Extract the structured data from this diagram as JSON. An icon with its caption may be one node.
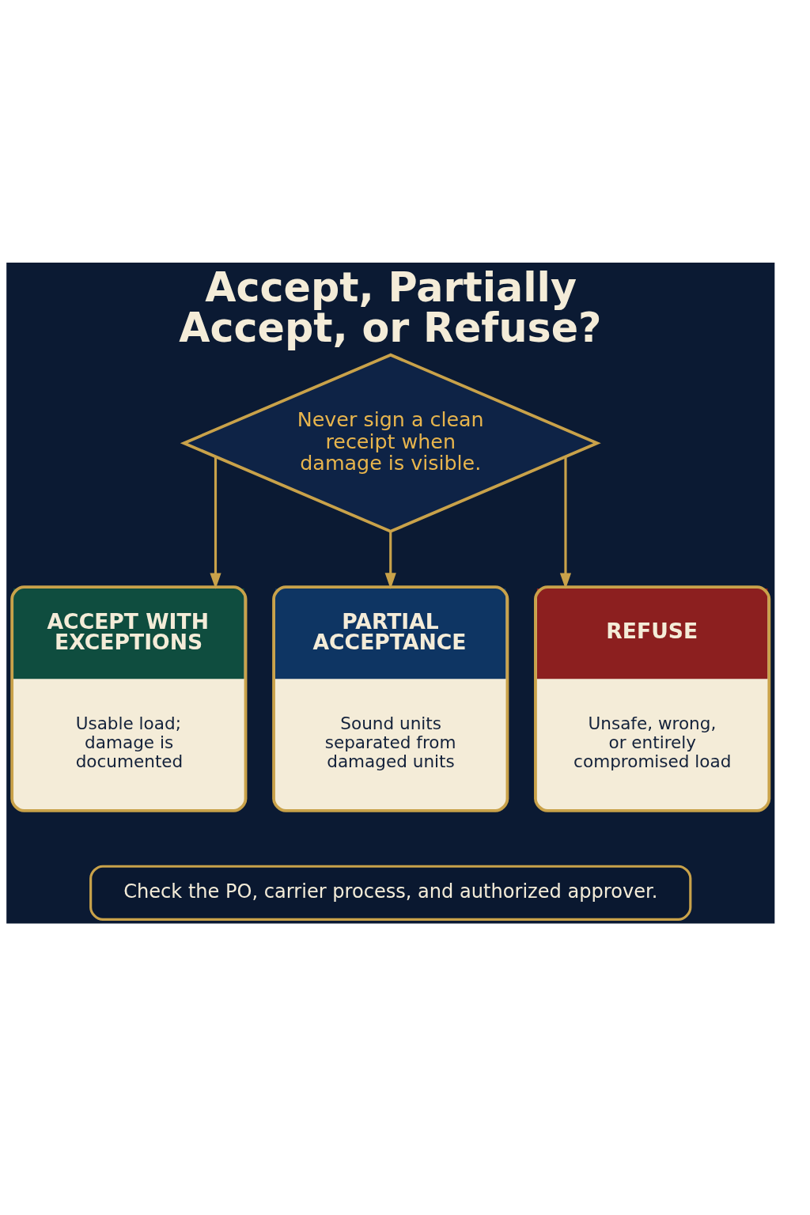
{
  "diagram": {
    "title": "Accept, Partially Accept, or Refuse?",
    "nodes": [
      {
        "text": [
          "Never sign a clean receipt when damage is visible."
        ]
      },
      {
        "text": [
          "ACCEPT WITH EXCEPTIONS",
          "Usable load; damage is documented"
        ]
      },
      {
        "text": [
          "PARTIAL ACCEPTANCE",
          "Sound units separated from damaged units"
        ]
      },
      {
        "text": [
          "REFUSE",
          "Unsafe, wrong, or entirely compromised load"
        ]
      },
      {
        "text": [
          "Check the PO, carrier process, and authorized approver."
        ]
      }
    ],
    "edges": [
      {
        "from": 0,
        "to": 1,
        "arrow": "to"
      },
      {
        "from": 0,
        "to": 2,
        "arrow": "to"
      },
      {
        "from": 0,
        "to": 3,
        "arrow": "to"
      }
    ]
  }
}
